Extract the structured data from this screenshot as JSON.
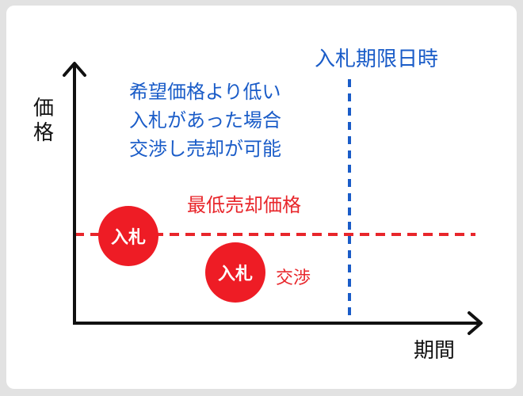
{
  "axes": {
    "y_label": [
      "価",
      "格"
    ],
    "x_label": "期間"
  },
  "deadline": {
    "label": "入札期限日時"
  },
  "note": {
    "lines": [
      "希望価格より低い",
      "入札があった場合",
      "交渉し売却が可能"
    ]
  },
  "min_price": {
    "label": "最低売却価格"
  },
  "bubbles": {
    "bid_above": "入札",
    "bid_below": "入札"
  },
  "negotiation": {
    "label": "交渉"
  },
  "colors": {
    "blue": "#1a5cc8",
    "red": "#e8262b",
    "bubble": "#ee1c25",
    "axis": "#111111",
    "background": "#e2e2e2"
  }
}
